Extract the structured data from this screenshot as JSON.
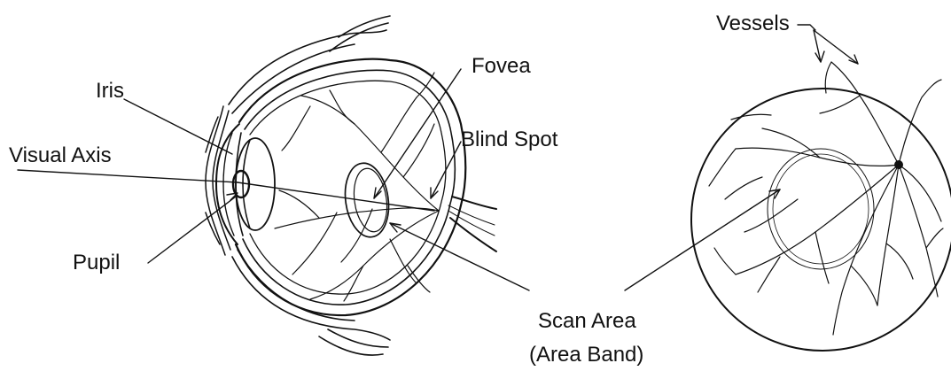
{
  "labels": {
    "iris": "Iris",
    "visual_axis": "Visual Axis",
    "pupil": "Pupil",
    "fovea": "Fovea",
    "blind_spot": "Blind Spot",
    "scan_area": "Scan Area",
    "area_band": "(Area Band)",
    "vessels": "Vessels"
  },
  "colors": {
    "ink": "#111111",
    "background": "#ffffff"
  }
}
